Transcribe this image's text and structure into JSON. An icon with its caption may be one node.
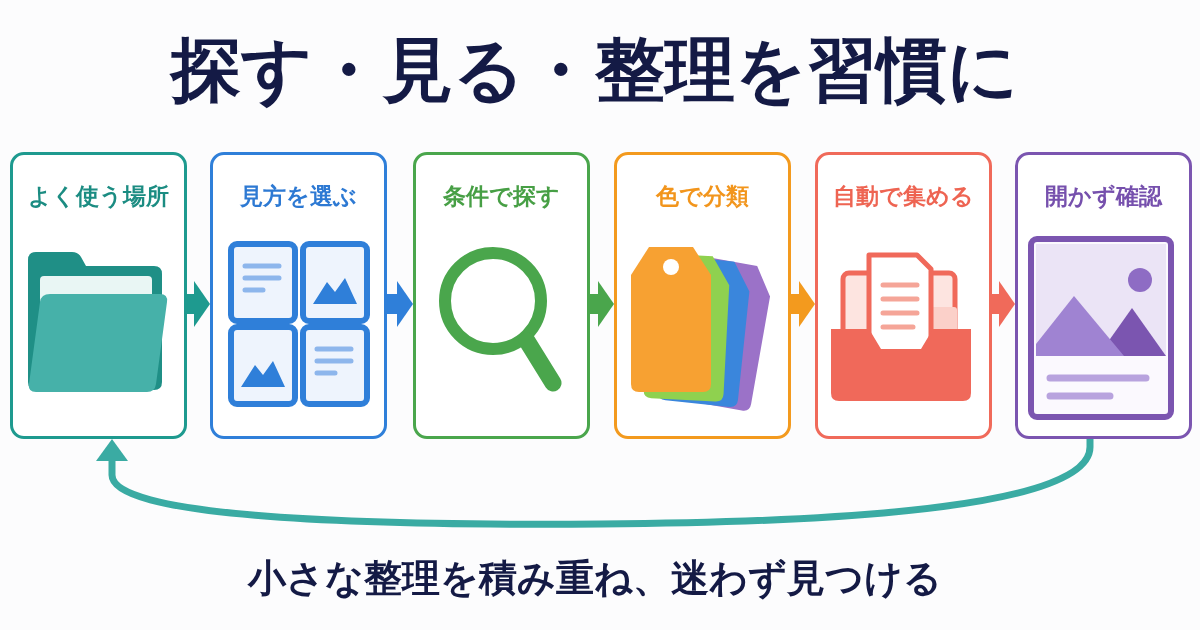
{
  "diagram": {
    "title": "探す・見る・整理を習慣に",
    "caption": "小さな整理を積み重ね、迷わず見つける",
    "nodes": [
      {
        "text": [
          "よく使う場所"
        ]
      },
      {
        "text": [
          "見方を選ぶ"
        ]
      },
      {
        "text": [
          "条件で探す"
        ]
      },
      {
        "text": [
          "色で分類"
        ]
      },
      {
        "text": [
          "自動で集める"
        ]
      },
      {
        "text": [
          "開かず確認"
        ]
      }
    ],
    "edges": [
      {
        "from": 0,
        "to": 1,
        "arrow": "to",
        "color": "#1e9a8f"
      },
      {
        "from": 1,
        "to": 2,
        "arrow": "to",
        "color": "#2f7fd9"
      },
      {
        "from": 2,
        "to": 3,
        "arrow": "to",
        "color": "#4aa64c"
      },
      {
        "from": 3,
        "to": 4,
        "arrow": "to",
        "color": "#f39a1e"
      },
      {
        "from": 4,
        "to": 5,
        "arrow": "to",
        "color": "#f06a5a"
      },
      {
        "from": 5,
        "to": 0,
        "arrow": "to",
        "color": "#3aaba3"
      }
    ]
  }
}
